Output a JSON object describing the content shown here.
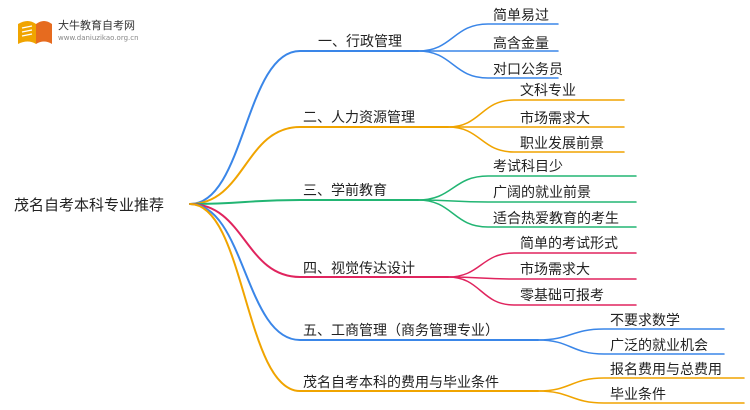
{
  "logo": {
    "title": "大牛教育自考网",
    "url": "www.daniuzikao.org.cn"
  },
  "root": "茂名自考本科专业推荐",
  "branches": [
    {
      "label": "一、行政管理",
      "color": "#3a86e8",
      "children": [
        "简单易过",
        "高含金量",
        "对口公务员"
      ]
    },
    {
      "label": "二、人力资源管理",
      "color": "#f0a400",
      "children": [
        "文科专业",
        "市场需求大",
        "职业发展前景"
      ]
    },
    {
      "label": "三、学前教育",
      "color": "#22b573",
      "children": [
        "考试科目少",
        "广阔的就业前景",
        "适合热爱教育的考生"
      ]
    },
    {
      "label": "四、视觉传达设计",
      "color": "#e0245e",
      "children": [
        "简单的考试形式",
        "市场需求大",
        "零基础可报考"
      ]
    },
    {
      "label": "五、工商管理（商务管理专业）",
      "color": "#3a86e8",
      "children": [
        "不要求数学",
        "广泛的就业机会"
      ]
    },
    {
      "label": "茂名自考本科的费用与毕业条件",
      "color": "#f0a400",
      "children": [
        "报名费用与总费用",
        "毕业条件"
      ]
    }
  ]
}
